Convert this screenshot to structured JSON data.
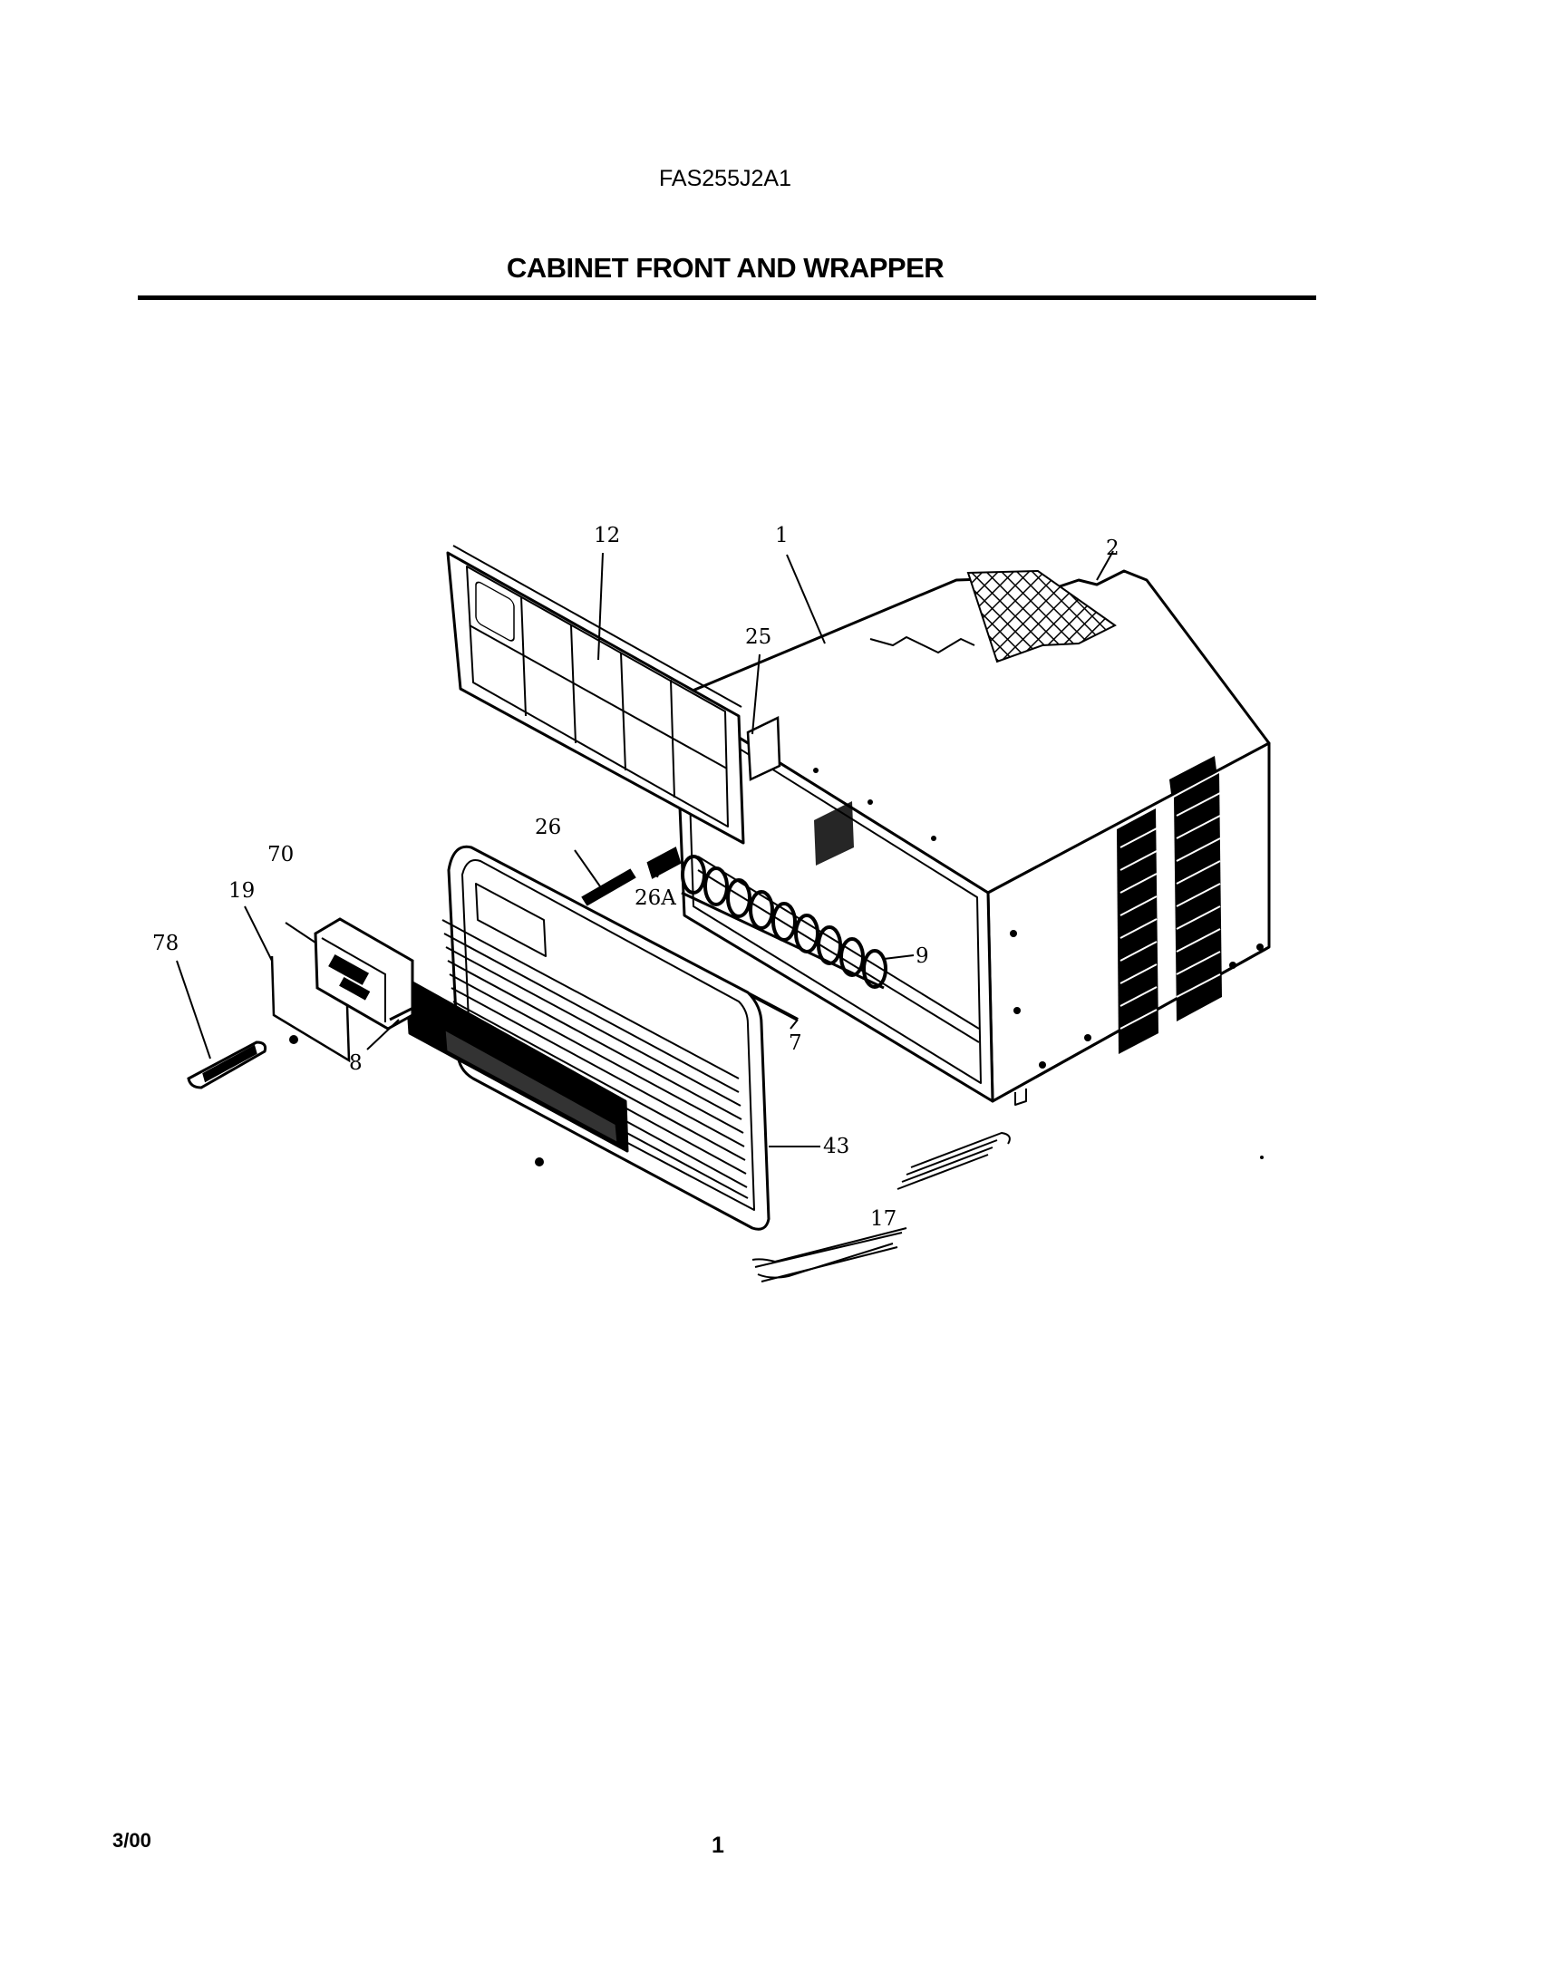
{
  "header": {
    "model_number": "FAS255J2A1",
    "title": "CABINET FRONT AND WRAPPER"
  },
  "diagram": {
    "callouts": [
      "12",
      "1",
      "2",
      "25",
      "26",
      "26A",
      "70",
      "19",
      "78",
      "9",
      "7",
      "8",
      "43",
      "17"
    ]
  },
  "footer": {
    "date": "3/00",
    "page_number": "1"
  }
}
